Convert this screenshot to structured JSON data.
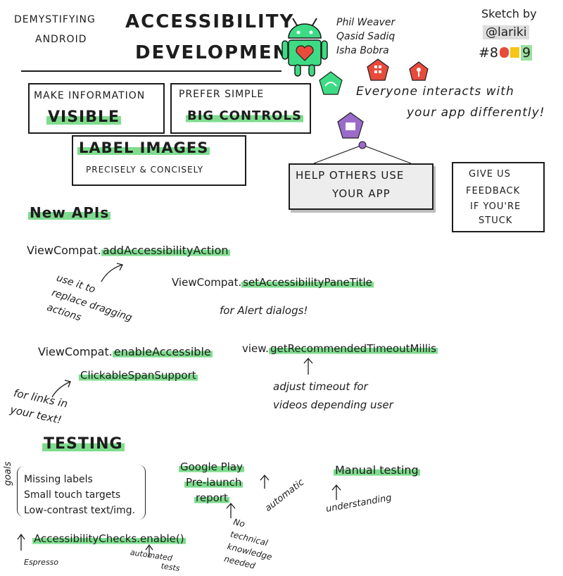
{
  "header": {
    "subtitle_line1": "DEMYSTIFYING",
    "subtitle_line2": "ANDROID",
    "title_line1": "ACCESSIBILITY",
    "title_line2": "DEVELOPMENT",
    "speakers": [
      "Phil Weaver",
      "Qasid Sadiq",
      "Isha Bobra"
    ],
    "sketch_by": "Sketch by",
    "author": "@lariki",
    "hashtag": "#8",
    "hashtag_tail": "9"
  },
  "principles": {
    "make_info_pre": "MAKE INFORMATION",
    "make_info_hl": "VISIBLE",
    "prefer_pre": "PREFER SIMPLE",
    "prefer_hl": "BIG CONTROLS",
    "label_hl": "LABEL IMAGES",
    "label_sub": "PRECISELY & CONCISELY",
    "everyone_line1": "Everyone interacts with",
    "everyone_line2": "your app differently!"
  },
  "help": {
    "line1": "HELP OTHERS USE",
    "line2": "YOUR APP"
  },
  "feedback": {
    "line1": "GIVE US",
    "line2": "FEEDBACK",
    "line3": "IF YOU'RE",
    "line4": "STUCK"
  },
  "new_apis": {
    "title": "New APIs",
    "api1_prefix": "ViewCompat.",
    "api1_hl": "addAccessibilityAction",
    "api1_note": [
      "use it to",
      "replace dragging",
      "actions"
    ],
    "api2_prefix": "ViewCompat.",
    "api2_hl": "setAccessibilityPaneTitle",
    "api2_note": "for Alert dialogs!",
    "api3_prefix": "ViewCompat.",
    "api3_hl_line1": "enableAccessible",
    "api3_hl_line2": "ClickableSpanSupport",
    "api3_note": [
      "for links in",
      "your text!"
    ],
    "api4_prefix": "view.",
    "api4_hl": "getRecommendedTimeoutMillis",
    "api4_note": [
      "adjust timeout for",
      "videos depending user"
    ]
  },
  "testing": {
    "title": "TESTING",
    "goals_label": "goals",
    "goals": [
      "Missing labels",
      "Small touch targets",
      "Low-contrast text/img."
    ],
    "google_play": [
      "Google Play",
      "Pre-launch",
      "report"
    ],
    "automatic": "automatic",
    "no_knowledge": [
      "No",
      "technical",
      "knowledge",
      "needed"
    ],
    "manual": "Manual testing",
    "understanding": "understanding",
    "checks": "AccessibilityChecks.enable()",
    "espresso": "Espresso",
    "automated": [
      "automated",
      "tests"
    ]
  },
  "colors": {
    "highlight": "#7fdc8e",
    "android_green": "#3ddc84",
    "red": "#e84b3c",
    "purple": "#9b6bc9"
  },
  "icons": [
    "android-robot-icon",
    "heart-icon",
    "shape-green-icon",
    "shape-red-icon",
    "shape-purple-icon",
    "pin-icon"
  ]
}
